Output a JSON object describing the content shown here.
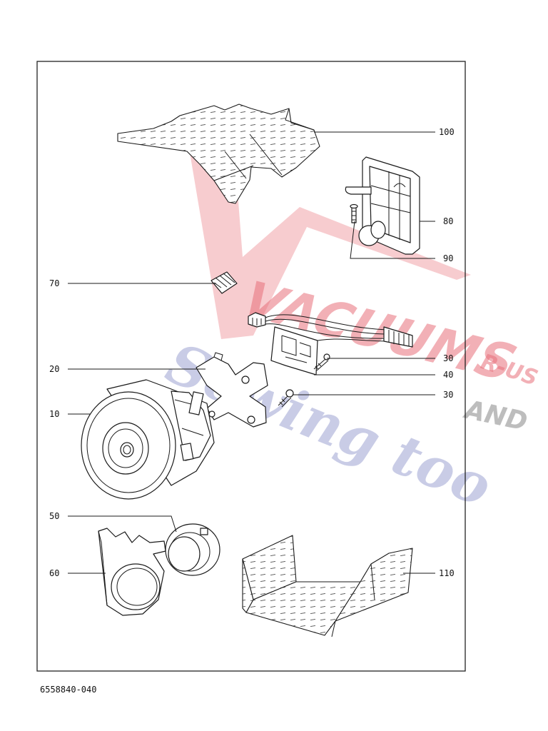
{
  "diagram": {
    "document_number": "6558840-040",
    "callouts": [
      {
        "id": "100",
        "label": "100"
      },
      {
        "id": "80",
        "label": "80"
      },
      {
        "id": "90",
        "label": "90"
      },
      {
        "id": "70",
        "label": "70"
      },
      {
        "id": "30a",
        "label": "30"
      },
      {
        "id": "40",
        "label": "40"
      },
      {
        "id": "20",
        "label": "20"
      },
      {
        "id": "30b",
        "label": "30"
      },
      {
        "id": "10",
        "label": "10"
      },
      {
        "id": "50",
        "label": "50"
      },
      {
        "id": "60",
        "label": "60"
      },
      {
        "id": "110",
        "label": "110"
      }
    ]
  },
  "watermark": {
    "line1": "VACUUMS",
    "line1b": "R-US",
    "line2": "AND",
    "line3": "Sewing too",
    "colors": {
      "red": "#e8707b",
      "blue": "#8890c8",
      "gray": "#888888"
    }
  }
}
